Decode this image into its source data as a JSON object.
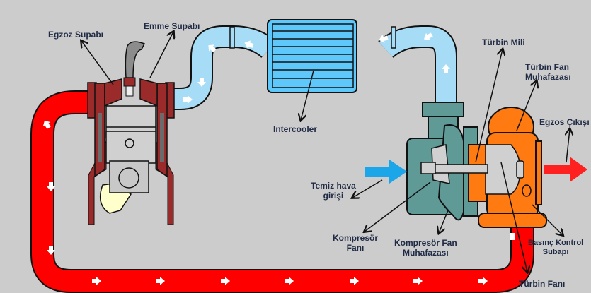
{
  "title": "Turbocharger and intercooler system diagram",
  "colors": {
    "background": "#cccccc",
    "exhaust_pipe": "#ff0000",
    "intake_pipe": "#a6dcf5",
    "intercooler": "#5ec8fa",
    "compressor": "#5f9a96",
    "turbine": "#ff7a10",
    "engine_block": "#9b2b2b",
    "label_text": "#1f2a44",
    "intake_arrow": "#1aa6e8"
  },
  "labels": {
    "egzoz_supabi": "Egzoz Supabı",
    "emme_supabi": "Emme Supabı",
    "intercooler": "Intercooler",
    "turbin_mili": "Türbin Mili",
    "turbin_fan_muhafazasi_1": "Türbin Fan",
    "turbin_fan_muhafazasi_2": "Muhafazası",
    "egzos_cikisi": "Egzos Çıkışı",
    "temiz_hava_1": "Temiz hava",
    "temiz_hava_2": "girişi",
    "kompresor_fani_1": "Kompresör",
    "kompresor_fani_2": "Fanı",
    "kompresor_fan_muh_1": "Kompresör Fan",
    "kompresor_fan_muh_2": "Muhafazası",
    "basinc_kontrol_1": "Basınç Kontrol",
    "basinc_kontrol_2": "Subapı",
    "turbin_fani": "Türbin Fanı"
  }
}
